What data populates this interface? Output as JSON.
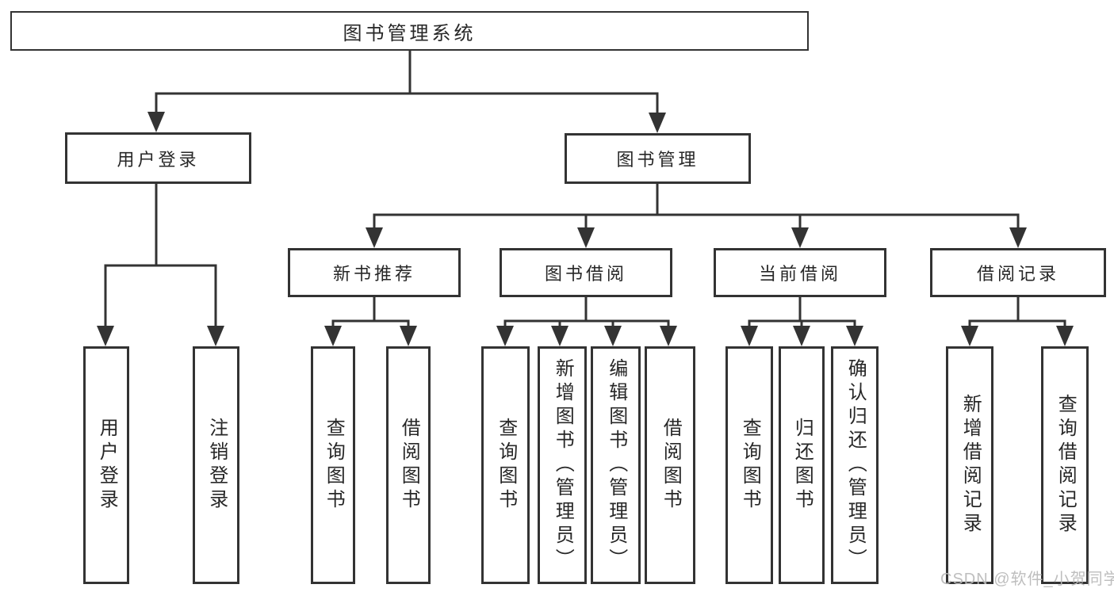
{
  "diagram": {
    "title": "图书管理系统",
    "level1": {
      "user_login": "用户登录",
      "book_management": "图书管理"
    },
    "level2": {
      "new_book_recommend": "新书推荐",
      "book_borrowing": "图书借阅",
      "current_borrowing": "当前借阅",
      "borrowing_records": "借阅记录"
    },
    "leaves": {
      "user_login": "用户登录",
      "logout_login": "注销登录",
      "nbr_query_books": "查询图书",
      "nbr_borrow_books": "借阅图书",
      "bb_query_books": "查询图书",
      "bb_add_books_admin": "新增图书（管理员）",
      "bb_edit_books_admin": "编辑图书（管理员）",
      "bb_borrow_books": "借阅图书",
      "cb_query_books": "查询图书",
      "cb_return_books": "归还图书",
      "cb_confirm_return_admin": "确认归还（管理员）",
      "br_add_borrow_record": "新增借阅记录",
      "br_query_borrow_record": "查询借阅记录"
    }
  },
  "watermark": "CSDN @软件_小贺同学",
  "colors": {
    "line": "#333333",
    "text": "#272727",
    "background": "#ffffff",
    "watermark": "#b9b9b9"
  }
}
